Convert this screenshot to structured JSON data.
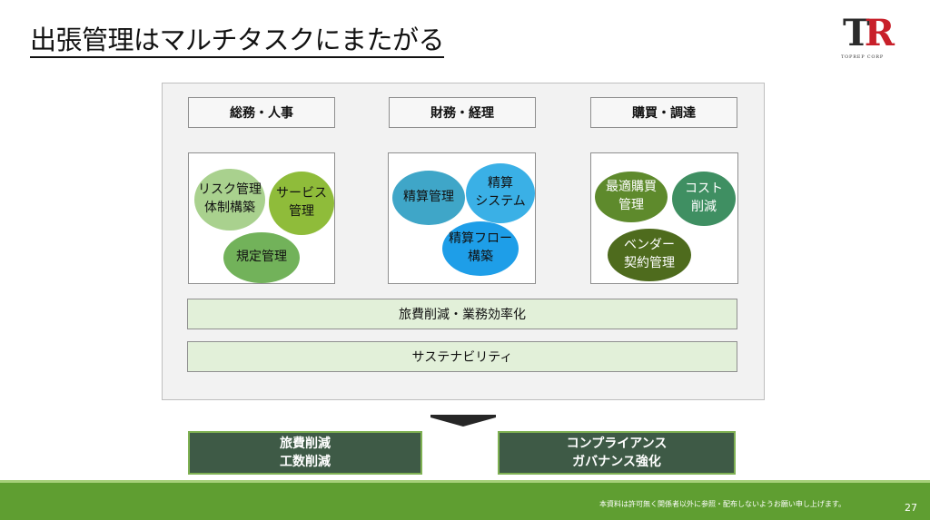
{
  "title": "出張管理はマルチタスクにまたがる",
  "logo": {
    "mark_t": "T",
    "mark_r": "R",
    "sub": "TOPREP CORP"
  },
  "columns": [
    {
      "header": "総務・人事",
      "circles": [
        "リスク管理\n体制構築",
        "サービス\n管理",
        "規定管理"
      ]
    },
    {
      "header": "財務・経理",
      "circles": [
        "精算管理",
        "精算\nシステム",
        "精算フロー\n構築"
      ]
    },
    {
      "header": "購買・調達",
      "circles": [
        "最適購買\n管理",
        "コスト\n削減",
        "ベンダー\n契約管理"
      ]
    }
  ],
  "bands": [
    "旅費削減・業務効率化",
    "サステナビリティ"
  ],
  "outcomes": [
    "旅費削減\n工数削減",
    "コンプライアンス\nガバナンス強化"
  ],
  "footer": {
    "disclaimer": "本資料は許可無く関係者以外に参照・配布しないようお願い申し上げます。",
    "page": "27"
  },
  "colors": {
    "light_green": "#a9d18e",
    "olive_green": "#8fbc3a",
    "mid_green": "#72b25a",
    "teal": "#3fa6c8",
    "sky_blue": "#3ab0e6",
    "bright_blue": "#1e9ee8",
    "dark_olive": "#5e8a2c",
    "dark_teal_green": "#3f8f62",
    "dark_green": "#4e6b1d"
  }
}
